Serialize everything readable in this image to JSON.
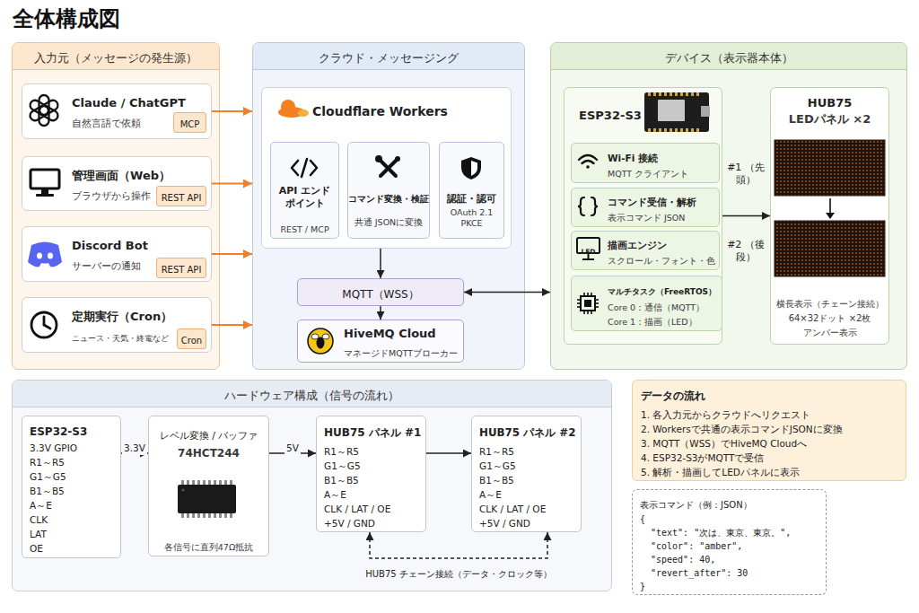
{
  "diagram": {
    "title": "全体構成図",
    "nodes": [
      {
        "text": [
          "入力元（メッセージの発生源）"
        ]
      },
      {
        "text": [
          "Claude / ChatGPT",
          "自然言語で依頼"
        ],
        "in": 0
      },
      {
        "text": [
          "MCP"
        ],
        "in": 1
      },
      {
        "text": [
          "管理画面（Web）",
          "ブラウザから操作"
        ],
        "in": 0
      },
      {
        "text": [
          "REST API"
        ],
        "in": 3
      },
      {
        "text": [
          "Discord Bot",
          "サーバーの通知"
        ],
        "in": 0
      },
      {
        "text": [
          "REST API"
        ],
        "in": 5
      },
      {
        "text": [
          "定期実行（Cron）",
          "ニュース・天気・終電など"
        ],
        "in": 0
      },
      {
        "text": [
          "Cron"
        ],
        "in": 7
      },
      {
        "text": [
          "クラウド・メッセージング"
        ]
      },
      {
        "text": [
          "Cloudflare Workers"
        ],
        "in": 9
      },
      {
        "text": [
          "API エンドポイント",
          "REST / MCP"
        ],
        "in": 10
      },
      {
        "text": [
          "コマンド変換・検証",
          "共通 JSONに変換"
        ],
        "in": 10
      },
      {
        "text": [
          "認証・認可",
          "OAuth 2.1 PKCE"
        ],
        "in": 10
      },
      {
        "text": [
          "MQTT（WSS）"
        ],
        "in": 9
      },
      {
        "text": [
          "HiveMQ Cloud",
          "マネージドMQTTブローカー"
        ],
        "in": 9
      },
      {
        "text": [
          "デバイス（表示器本体）"
        ]
      },
      {
        "text": [
          "ESP32-S3"
        ],
        "in": 16
      },
      {
        "text": [
          "Wi-Fi 接続",
          "MQTT クライアント"
        ],
        "in": 17
      },
      {
        "text": [
          "コマンド受信・解析",
          "表示コマンド JSON"
        ],
        "in": 17
      },
      {
        "text": [
          "描画エンジン",
          "スクロール・フォント・色"
        ],
        "in": 17
      },
      {
        "text": [
          "マルチタスク（FreeRTOS）",
          "Core 0：通信（MQTT）",
          "Core 1：描画（LED）"
        ],
        "in": 17
      },
      {
        "text": [
          "HUB75",
          "LEDパネル ×2",
          "横長表示（チェーン接続）",
          "64×32ドット ×2枚",
          "アンバー表示"
        ],
        "in": 16
      },
      {
        "text": [
          "ハードウェア構成（信号の流れ）"
        ]
      },
      {
        "text": [
          "ESP32-S3",
          "3.3V GPIO",
          "R1～R5",
          "G1～G5",
          "B1～B5",
          "A～E",
          "CLK",
          "LAT",
          "OE"
        ],
        "in": 23
      },
      {
        "text": [
          "レベル変換 / バッファ",
          "74HCT244",
          "各信号に直列47Ω抵抗"
        ],
        "in": 23
      },
      {
        "text": [
          "HUB75 パネル #1",
          "R1～R5",
          "G1～G5",
          "B1～B5",
          "A～E",
          "CLK / LAT / OE",
          "+5V / GND"
        ],
        "in": 23
      },
      {
        "text": [
          "HUB75 パネル #2",
          "R1～R5",
          "G1～G5",
          "B1～B5",
          "A～E",
          "CLK / LAT / OE",
          "+5V / GND"
        ],
        "in": 23
      },
      {
        "text": [
          "データの流れ",
          "1. 各入力元からクラウドへリクエスト",
          "2. Workersで共通の表示コマンドJSONに変換",
          "3. MQTT（WSS）でHiveMQ Cloudへ",
          "4. ESP32-S3がMQTTで受信",
          "5. 解析・描画してLEDパネルに表示"
        ]
      },
      {
        "text": [
          "表示コマンド（例：JSON）",
          "{",
          "\"text\": \"次は、東京、東京。\",",
          "\"color\": \"amber\",",
          "\"speed\": 40,",
          "\"revert_after\": 30",
          "}"
        ]
      }
    ],
    "edges": [
      {
        "from": 1,
        "to": 9,
        "arrow": "to"
      },
      {
        "from": 3,
        "to": 9,
        "arrow": "to"
      },
      {
        "from": 5,
        "to": 9,
        "arrow": "to"
      },
      {
        "from": 7,
        "to": 9,
        "arrow": "to"
      },
      {
        "from": 10,
        "to": 14,
        "arrow": "to"
      },
      {
        "from": 14,
        "to": 15,
        "arrow": "to"
      },
      {
        "from": 14,
        "to": 16,
        "arrow": "both"
      },
      {
        "from": 17,
        "to": 22,
        "arrow": "to"
      },
      {
        "from": 24,
        "to": 25,
        "label": "3.3V",
        "arrow": "to"
      },
      {
        "from": 25,
        "to": 26,
        "label": "5V",
        "arrow": "to"
      },
      {
        "from": 26,
        "to": 27,
        "arrow": "to"
      },
      {
        "from": 26,
        "to": 27,
        "label": "HUB75 チェーン接続（データ・クロック等）",
        "arrow": "both"
      }
    ],
    "labels": [
      "#1 （先頭）",
      "LED",
      "#2 （後段）"
    ]
  }
}
